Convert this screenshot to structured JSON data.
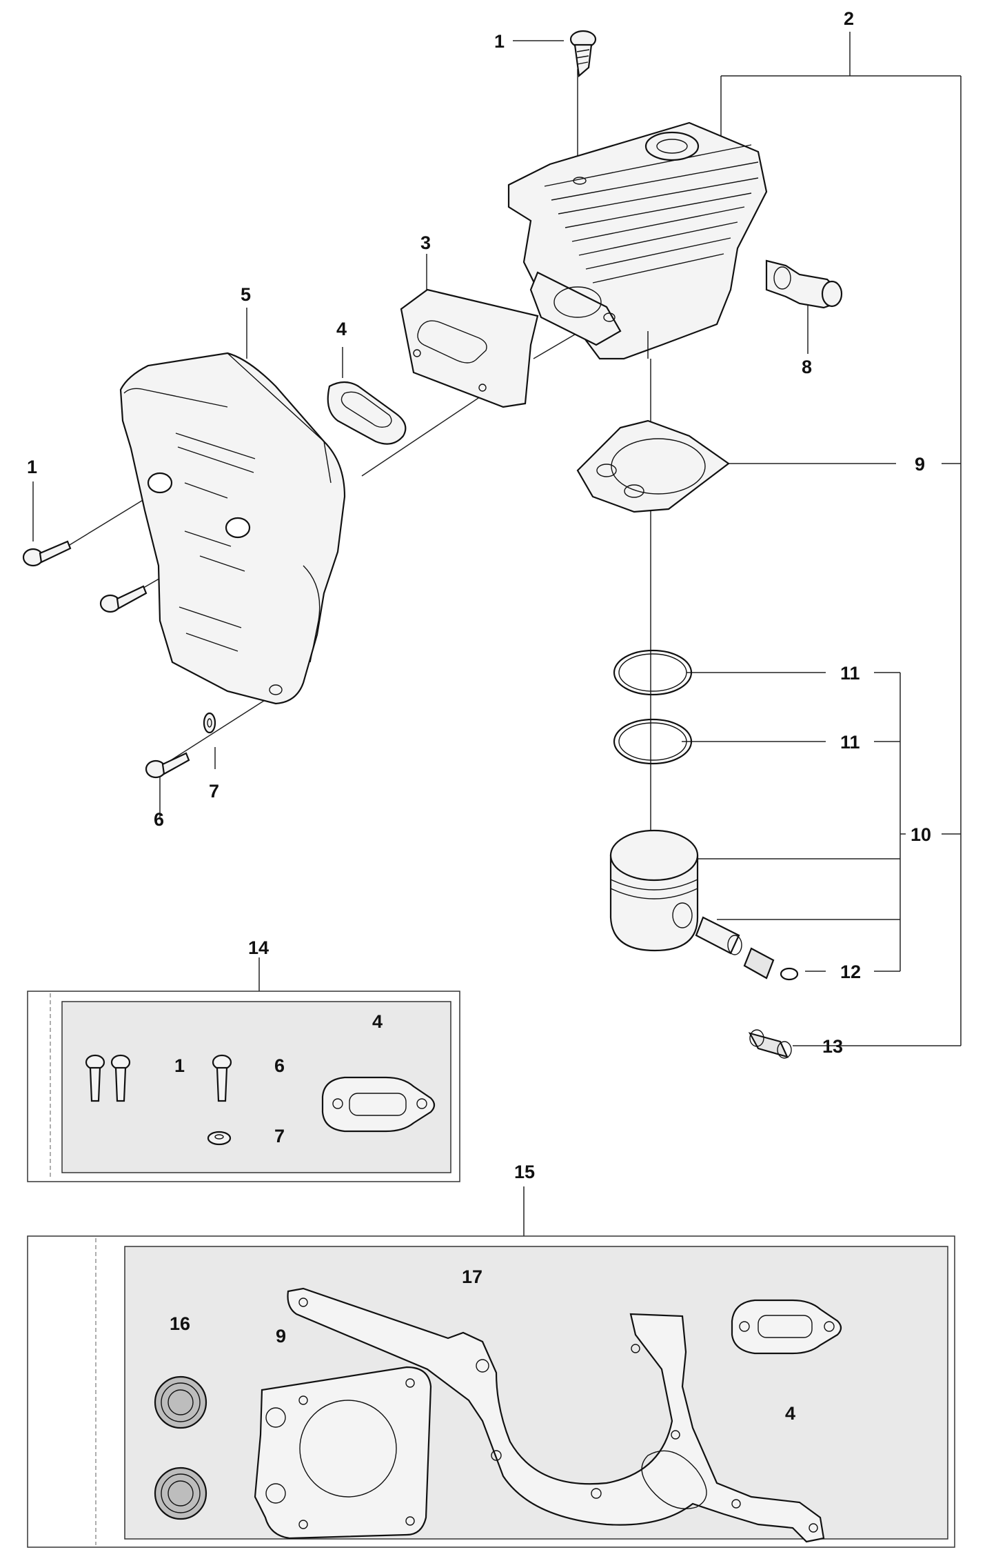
{
  "callouts": {
    "c1_top": "1",
    "c2": "2",
    "c3": "3",
    "c4": "4",
    "c5": "5",
    "c1_left": "1",
    "c8": "8",
    "c9": "9",
    "c11_a": "11",
    "c11_b": "11",
    "c10": "10",
    "c6": "6",
    "c7": "7",
    "c12": "12",
    "c13": "13",
    "c14": "14",
    "c15": "15",
    "kit14_1": "1",
    "kit14_6": "6",
    "kit14_4": "4",
    "kit14_7": "7",
    "kit15_16": "16",
    "kit15_9": "9",
    "kit15_17": "17",
    "kit15_4": "4"
  },
  "colors": {
    "part_fill": "#f4f4f4",
    "kit_bg": "#e9e9e9",
    "line": "#111111"
  }
}
